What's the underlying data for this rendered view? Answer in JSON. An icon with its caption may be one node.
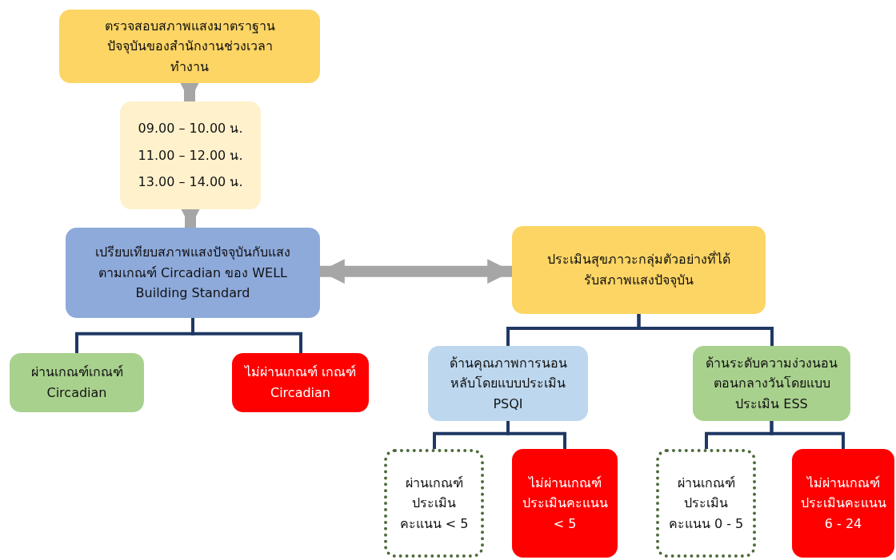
{
  "diagram": {
    "nodes": [
      {
        "text": [
          "ตรวจสอบสภาพแสงมาตราฐานปัจจุบันของสำนักงานช่วงเวลาทำงาน"
        ]
      },
      {
        "text": [
          "09.00 – 10.00 น.",
          "11.00 – 12.00 น.",
          "13.00 – 14.00 น."
        ]
      },
      {
        "text": [
          "เปรียบเทียบสภาพแสงปัจจุบันกับแสงตามเกณฑ์ Circadian ของ WELL Building Standard"
        ]
      },
      {
        "text": [
          "ประเมินสุขภาวะกลุ่มตัวอย่างที่ได้รับสภาพแสงปัจจุบัน"
        ]
      },
      {
        "text": [
          "ผ่านเกณฑ์เกณฑ์ Circadian"
        ]
      },
      {
        "text": [
          "ไม่ผ่านเกณฑ์ เกณฑ์ Circadian"
        ]
      },
      {
        "text": [
          "ด้านคุณภาพการนอนหลับโดยแบบประเมิน PSQI"
        ]
      },
      {
        "text": [
          "ด้านระดับความง่วงนอนตอนกลางวันโดยแบบประเมิน ESS"
        ]
      },
      {
        "text": [
          "ผ่านเกณฑ์ประเมินคะแนน < 5"
        ]
      },
      {
        "text": [
          "ไม่ผ่านเกณฑ์ประเมินคะแนน < 5"
        ]
      },
      {
        "text": [
          "ผ่านเกณฑ์ประเมินคะแนน 0 - 5"
        ]
      },
      {
        "text": [
          "ไม่ผ่านเกณฑ์ประเมินคะแนน 6 - 24"
        ]
      }
    ],
    "edges": [
      {
        "from": 0,
        "to": 1,
        "arrow": "to",
        "style": "thick",
        "color": "#a6a6a6"
      },
      {
        "from": 1,
        "to": 2,
        "arrow": "to",
        "style": "thick",
        "color": "#a6a6a6"
      },
      {
        "from": 2,
        "to": 3,
        "arrow": "both",
        "style": "thick",
        "color": "#a6a6a6"
      },
      {
        "from": 2,
        "to": 4,
        "arrow": "none"
      },
      {
        "from": 2,
        "to": 5,
        "arrow": "none"
      },
      {
        "from": 3,
        "to": 6,
        "arrow": "none"
      },
      {
        "from": 3,
        "to": 7,
        "arrow": "none"
      },
      {
        "from": 6,
        "to": 8,
        "arrow": "none"
      },
      {
        "from": 6,
        "to": 9,
        "arrow": "none"
      },
      {
        "from": 7,
        "to": 10,
        "arrow": "none"
      },
      {
        "from": 7,
        "to": 11,
        "arrow": "none"
      }
    ]
  }
}
